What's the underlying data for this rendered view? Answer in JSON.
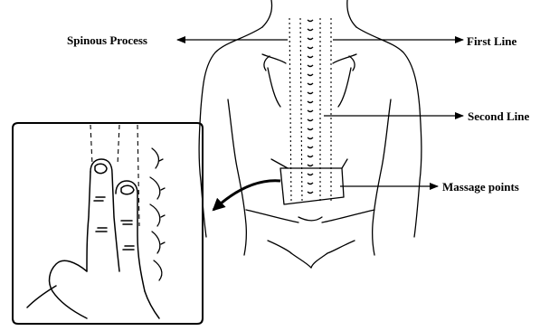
{
  "labels": {
    "spinous_process": "Spinous Process",
    "first_line": "First Line",
    "second_line": "Second Line",
    "massage_points": "Massage points"
  },
  "colors": {
    "ink": "#000000",
    "paper": "#ffffff"
  }
}
